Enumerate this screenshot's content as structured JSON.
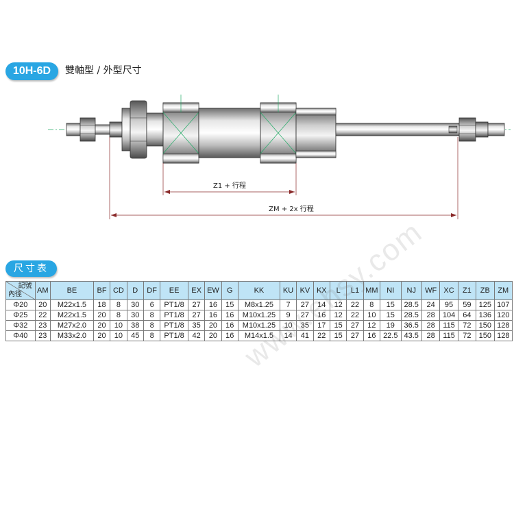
{
  "header": {
    "model_badge": "10H-6D",
    "subtitle": "雙軸型 / 外型尺寸"
  },
  "drawing": {
    "dim_z1": "Z1 + 行程",
    "dim_zm": "ZM + 2x 行程"
  },
  "table_section": {
    "title": "尺寸表",
    "watermark": "www.ehsy.com",
    "corner_top": "記號",
    "corner_bottom": "內徑",
    "columns": [
      "AM",
      "BE",
      "BF",
      "CD",
      "D",
      "DF",
      "EE",
      "EX",
      "EW",
      "G",
      "KK",
      "KU",
      "KV",
      "KX",
      "L",
      "L1",
      "MM",
      "NI",
      "NJ",
      "WF",
      "XC",
      "Z1",
      "ZB",
      "ZM"
    ],
    "rows": [
      {
        "bore": "Φ20",
        "values": [
          "20",
          "M22x1.5",
          "18",
          "8",
          "30",
          "6",
          "PT1/8",
          "27",
          "16",
          "15",
          "M8x1.25",
          "7",
          "27",
          "14",
          "12",
          "22",
          "8",
          "15",
          "28.5",
          "24",
          "95",
          "59",
          "125",
          "107"
        ]
      },
      {
        "bore": "Φ25",
        "values": [
          "22",
          "M22x1.5",
          "20",
          "8",
          "30",
          "8",
          "PT1/8",
          "27",
          "16",
          "16",
          "M10x1.25",
          "9",
          "27",
          "16",
          "12",
          "22",
          "10",
          "15",
          "28.5",
          "28",
          "104",
          "64",
          "136",
          "120"
        ]
      },
      {
        "bore": "Φ32",
        "values": [
          "23",
          "M27x2.0",
          "20",
          "10",
          "38",
          "8",
          "PT1/8",
          "35",
          "20",
          "16",
          "M10x1.25",
          "10",
          "35",
          "17",
          "15",
          "27",
          "12",
          "19",
          "36.5",
          "28",
          "115",
          "72",
          "150",
          "128"
        ]
      },
      {
        "bore": "Φ40",
        "values": [
          "23",
          "M33x2.0",
          "20",
          "10",
          "45",
          "8",
          "PT1/8",
          "42",
          "20",
          "16",
          "M14x1.5",
          "14",
          "41",
          "22",
          "15",
          "27",
          "16",
          "22.5",
          "43.5",
          "28",
          "115",
          "72",
          "150",
          "128"
        ]
      }
    ]
  }
}
